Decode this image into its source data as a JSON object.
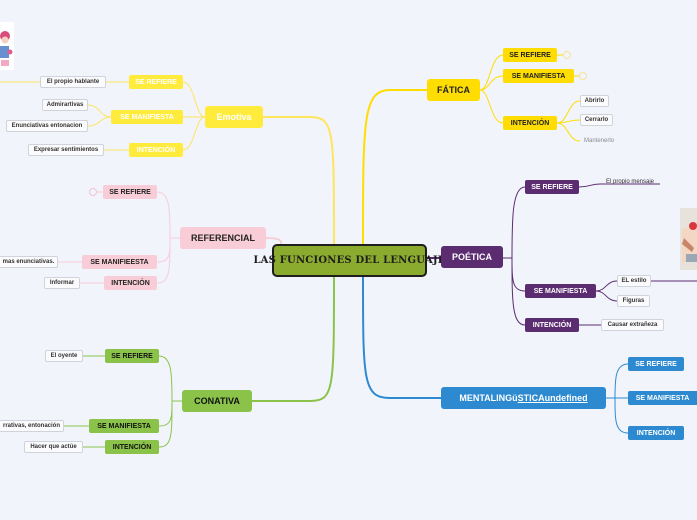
{
  "central": "LAS FUNCIONES DEL LENGUAJE",
  "left": {
    "emotiva": {
      "label": "Emotiva",
      "se_refiere": "SE REFIERE",
      "se_refiere_leaf": "El propio hablante",
      "se_manifiesta": "SE MANIFIESTA",
      "manifiesta_leaf1": "Admirartivas",
      "manifiesta_leaf2": "Enunciativas entonacion",
      "intencion": "INTENCIÓN",
      "intencion_leaf": "Expresar sentimientos"
    },
    "referencial": {
      "label": "REFERENCIAL",
      "se_refiere": "SE REFIERE",
      "se_manifiesta": "SE MANIFIEESTA",
      "manifiesta_leaf": "mas enunciativas.",
      "intencion": "INTENCIÓN",
      "intencion_leaf": "Informar"
    },
    "conativa": {
      "label": "CONATIVA",
      "se_refiere": "SE REFIERE",
      "se_refiere_leaf": "El oyente",
      "se_manifiesta": "SE MANIFIESTA",
      "manifiesta_leaf": "rrativas, entonación",
      "intencion": "INTENCIÓN",
      "intencion_leaf": "Hacer que actúe"
    }
  },
  "right": {
    "fatica": {
      "label": "FÁTICA",
      "se_refiere": "SE REFIERE",
      "se_manifiesta": "SE MANIFIESTA",
      "intencion": "INTENCIÓN",
      "leaf1": "Abrirlo",
      "leaf2": "Cerrarlo",
      "leaf3": "Mantenerlo"
    },
    "poetica": {
      "label": "POÉTICA",
      "se_refiere": "SE REFIERE",
      "se_refiere_leaf": "El propio mensaje",
      "se_manifiesta": "SE MANIFIESTA",
      "manifiesta_leaf1": "EL estilo",
      "manifiesta_leaf2": "Figuras",
      "intencion": "INTENCIÓN",
      "intencion_leaf": "Causar extrañeza"
    },
    "metalinguistica": {
      "label_a": "MENTALINGü",
      "label_b": "STICAundefined",
      "se_refiere": "SE REFIERE",
      "se_manifiesta": "SE MANIFIESTA",
      "intencion": "INTENCIÓN"
    }
  },
  "colors": {
    "yellow": "#ffdd00",
    "pink": "#f8cdd7",
    "green": "#8bc34a",
    "purple": "#5b2c6f",
    "blue": "#2d8ad1",
    "olive": "#8bab2e"
  },
  "icons": {
    "top_left_sticker": "cartoon-girl-icon",
    "poetica_picture": "painting-hands-icon"
  }
}
